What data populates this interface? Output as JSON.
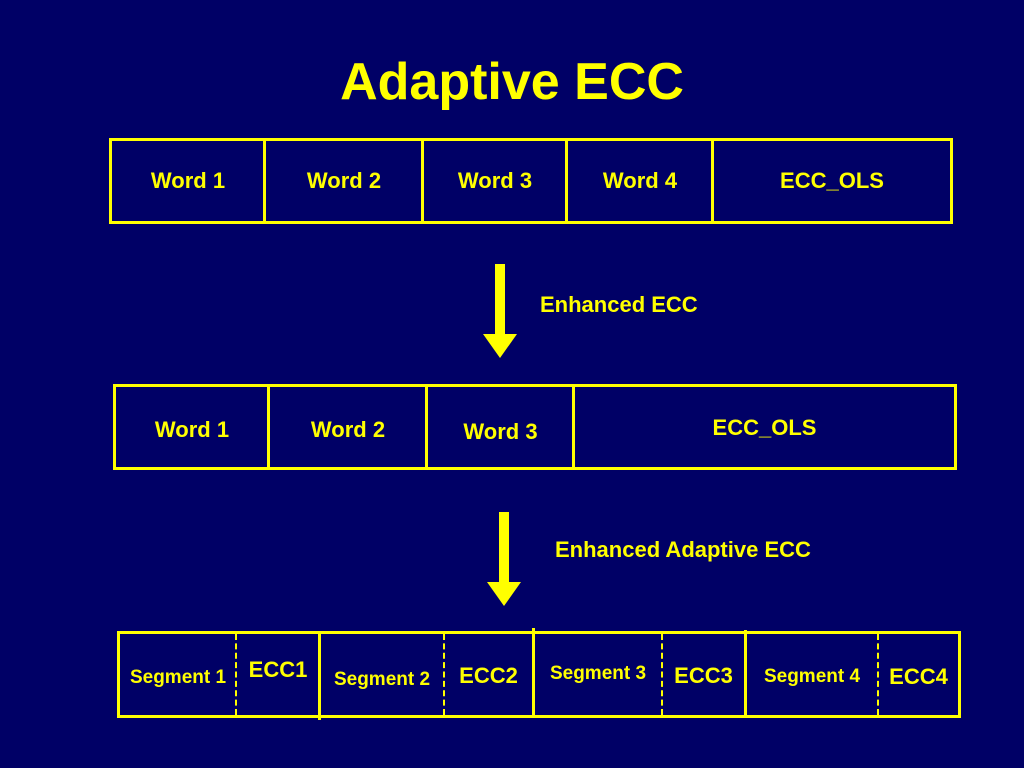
{
  "title": "Adaptive ECC",
  "row1": {
    "cells": [
      "Word 1",
      "Word 2",
      "Word 3",
      "Word 4",
      "ECC_OLS"
    ]
  },
  "arrow1": {
    "label": "Enhanced ECC"
  },
  "row2": {
    "cells": [
      "Word 1",
      "Word 2",
      "Word 3",
      "ECC_OLS"
    ]
  },
  "arrow2": {
    "label": "Enhanced Adaptive ECC"
  },
  "row3": {
    "cells": [
      "Segment 1",
      "ECC1",
      "Segment 2",
      "ECC2",
      "Segment 3",
      "ECC3",
      "Segment 4",
      "ECC4"
    ]
  },
  "colors": {
    "background": "#000066",
    "foreground": "#ffff00"
  }
}
